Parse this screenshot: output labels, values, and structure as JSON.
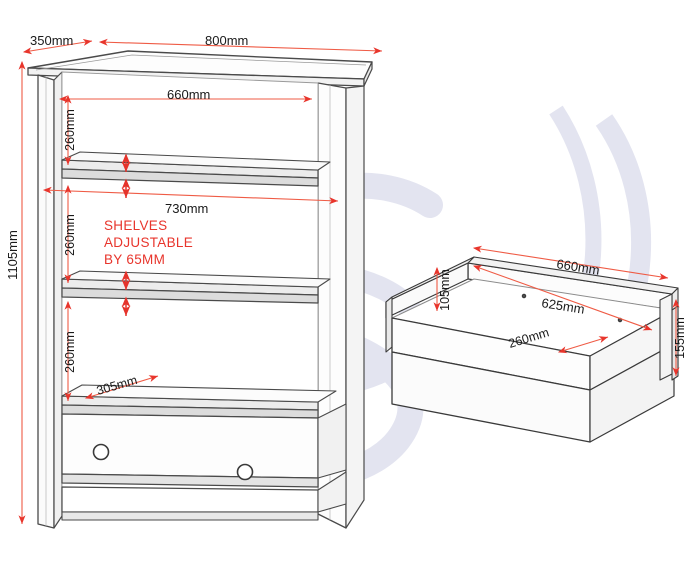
{
  "document": {
    "type": "furniture-assembly-technical-drawing",
    "subject": "3-shelf bookcase with single drawer",
    "background_color": "#ffffff",
    "line_color": "#4a4a4a",
    "dimension_color": "#ef5b45",
    "note_color": "#e8352c",
    "watermark_color": "#e3e4f0",
    "watermark_letter": "S"
  },
  "bookcase": {
    "name": "bookcase-assembly",
    "dimensions": {
      "depth_top": "350mm",
      "width_top": "800mm",
      "shelf_width_upper": "660mm",
      "shelf_width_lower": "730mm",
      "height_overall": "1105mm",
      "shelf_gap_1": "260mm",
      "shelf_gap_2": "260mm",
      "shelf_gap_3": "260mm",
      "internal_depth": "305mm"
    },
    "note": {
      "line1": "SHELVES",
      "line2": "ADJUSTABLE",
      "line3": "BY 65MM"
    },
    "drawer_front": {
      "knob_count": 2
    }
  },
  "drawer": {
    "name": "drawer-box-detail",
    "dimensions": {
      "outer_length": "660mm",
      "inner_length": "625mm",
      "inner_height": "105mm",
      "inner_depth": "260mm",
      "outer_height": "155mm"
    }
  },
  "labels": {
    "depth_350": "350mm",
    "width_800": "800mm",
    "shelf_660": "660mm",
    "shelf_730": "730mm",
    "height_1105": "1105mm",
    "gap_260_a": "260mm",
    "gap_260_b": "260mm",
    "gap_260_c": "260mm",
    "depth_305": "305mm",
    "drawer_660": "660mm",
    "drawer_625": "625mm",
    "drawer_105": "105mm",
    "drawer_260": "260mm",
    "drawer_155": "155mm"
  }
}
